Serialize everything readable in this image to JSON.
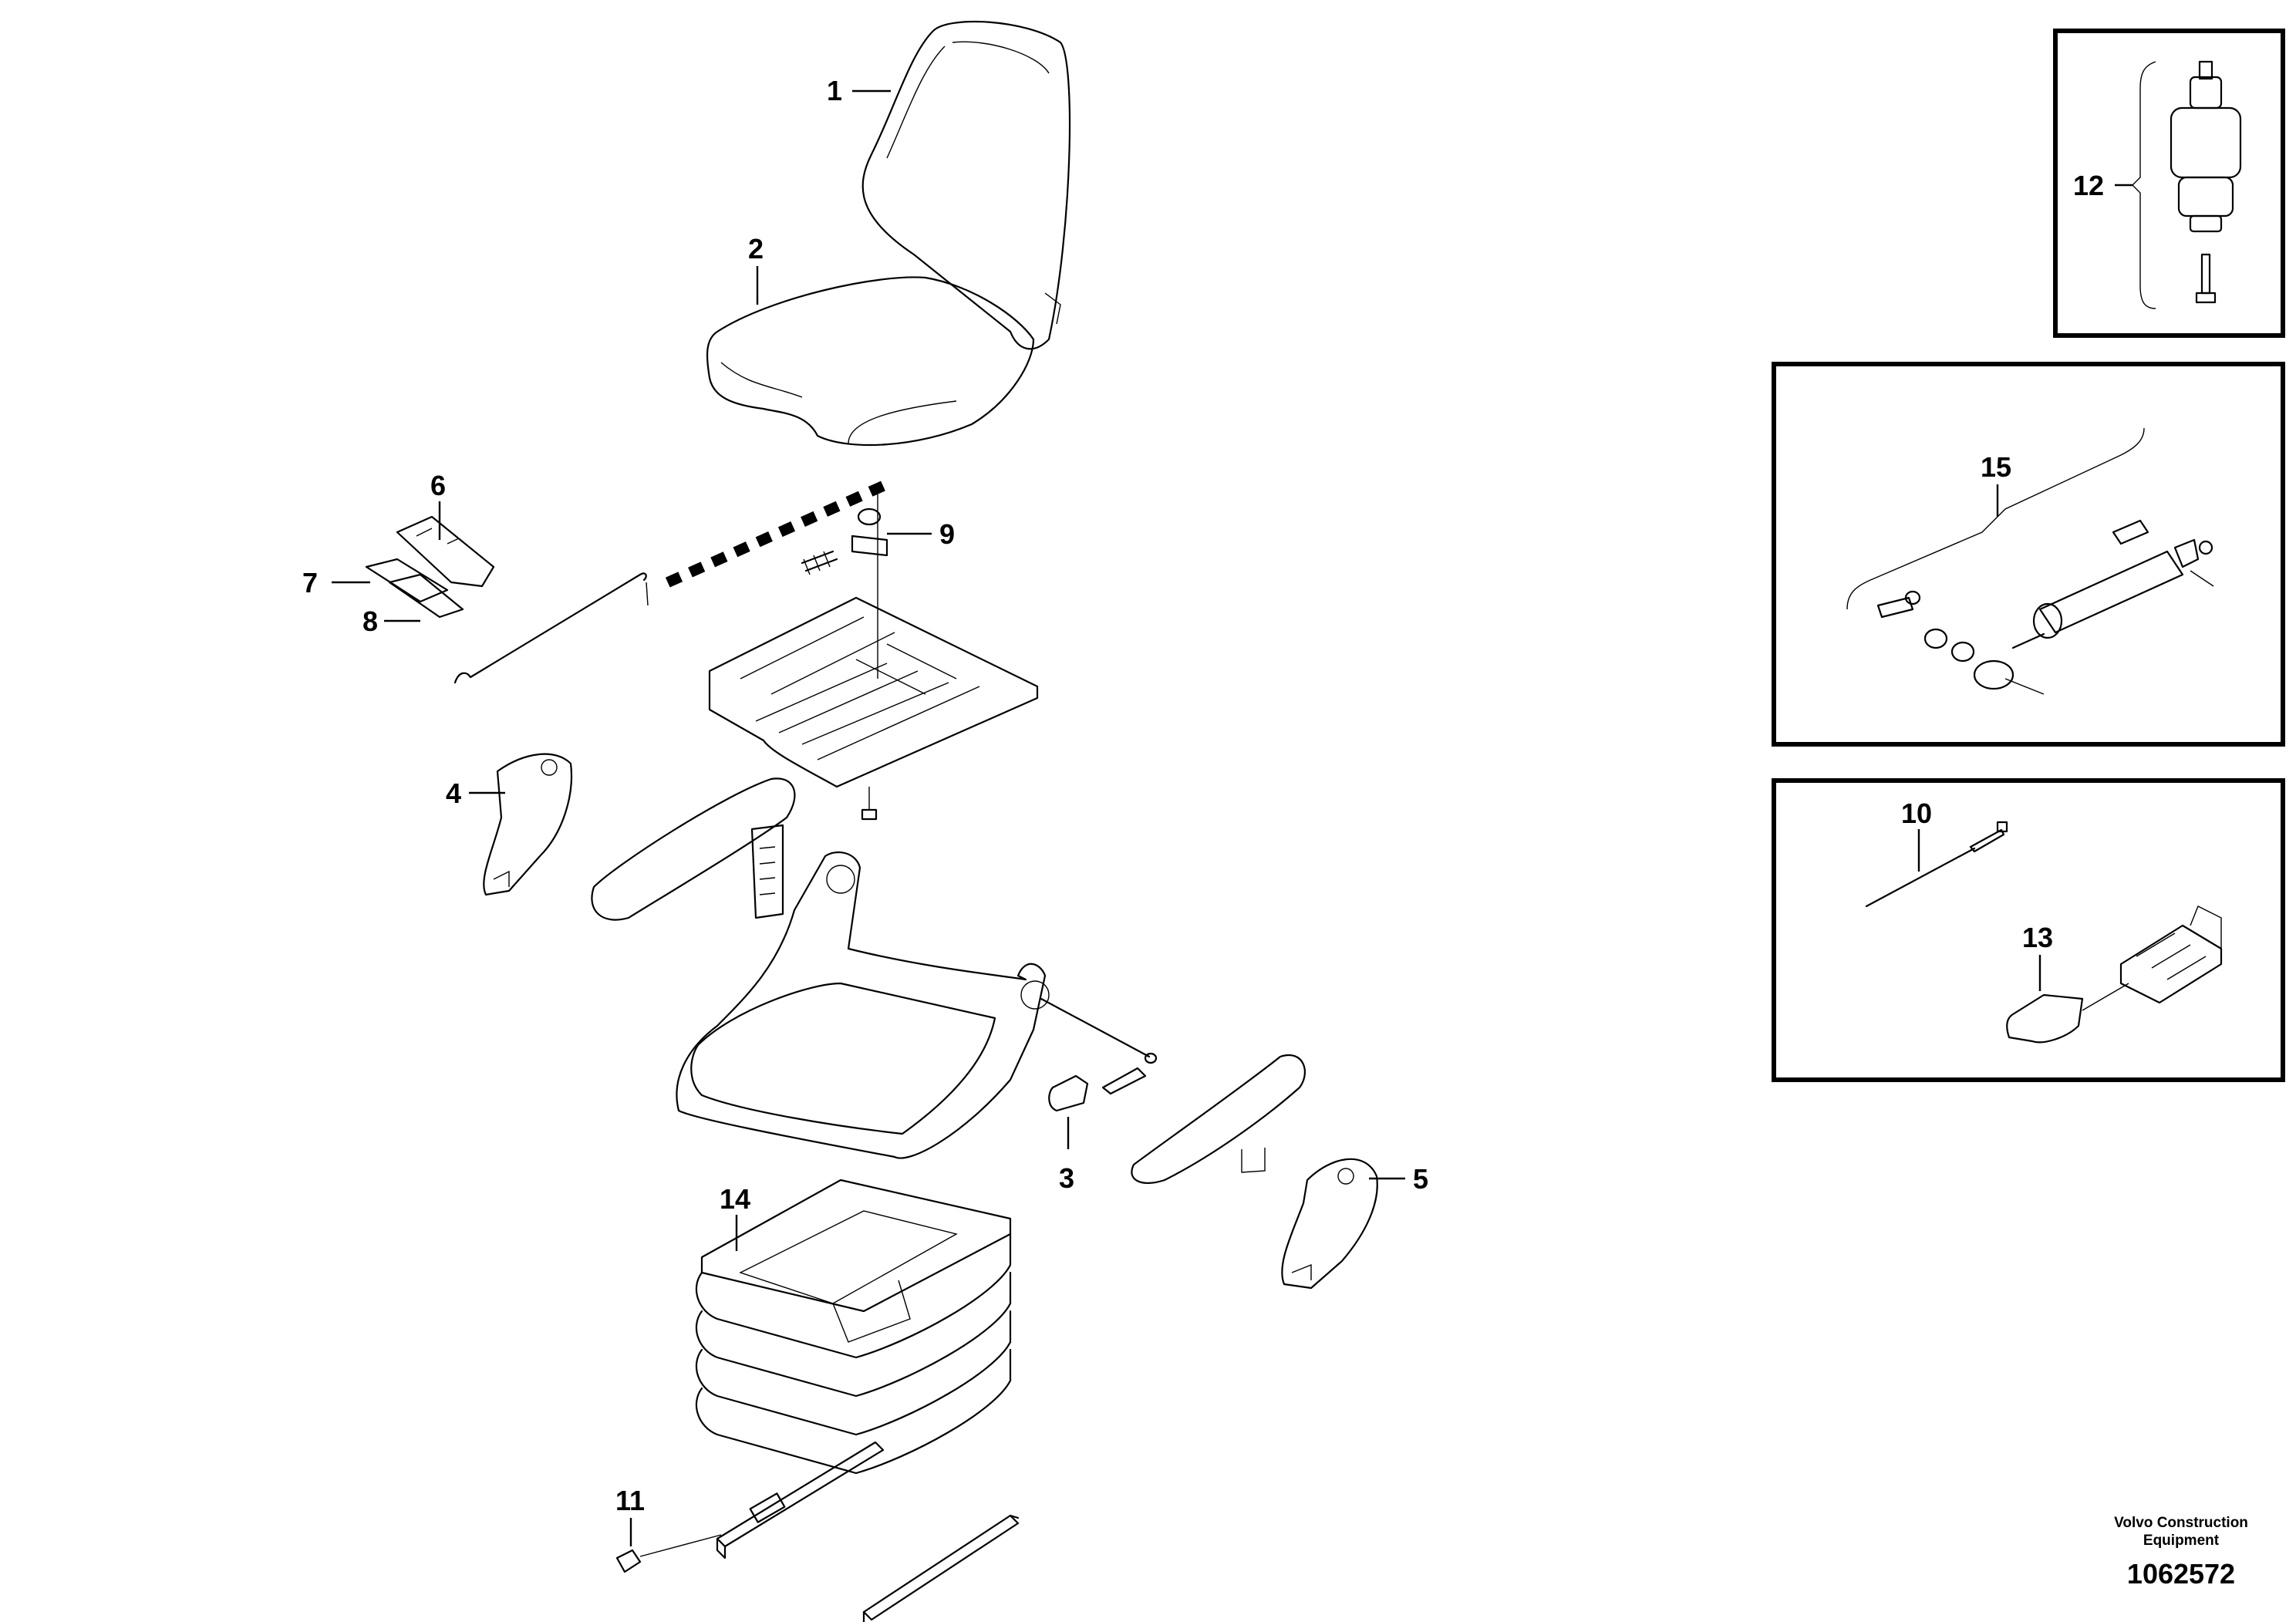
{
  "callouts": {
    "c1": "1",
    "c2": "2",
    "c3": "3",
    "c4": "4",
    "c5": "5",
    "c6": "6",
    "c7": "7",
    "c8": "8",
    "c9": "9",
    "c10": "10",
    "c11": "11",
    "c12": "12",
    "c13": "13",
    "c14": "14",
    "c15": "15"
  },
  "footer": {
    "brand_line1": "Volvo Construction",
    "brand_line2": "Equipment",
    "doc_number": "1062572"
  }
}
